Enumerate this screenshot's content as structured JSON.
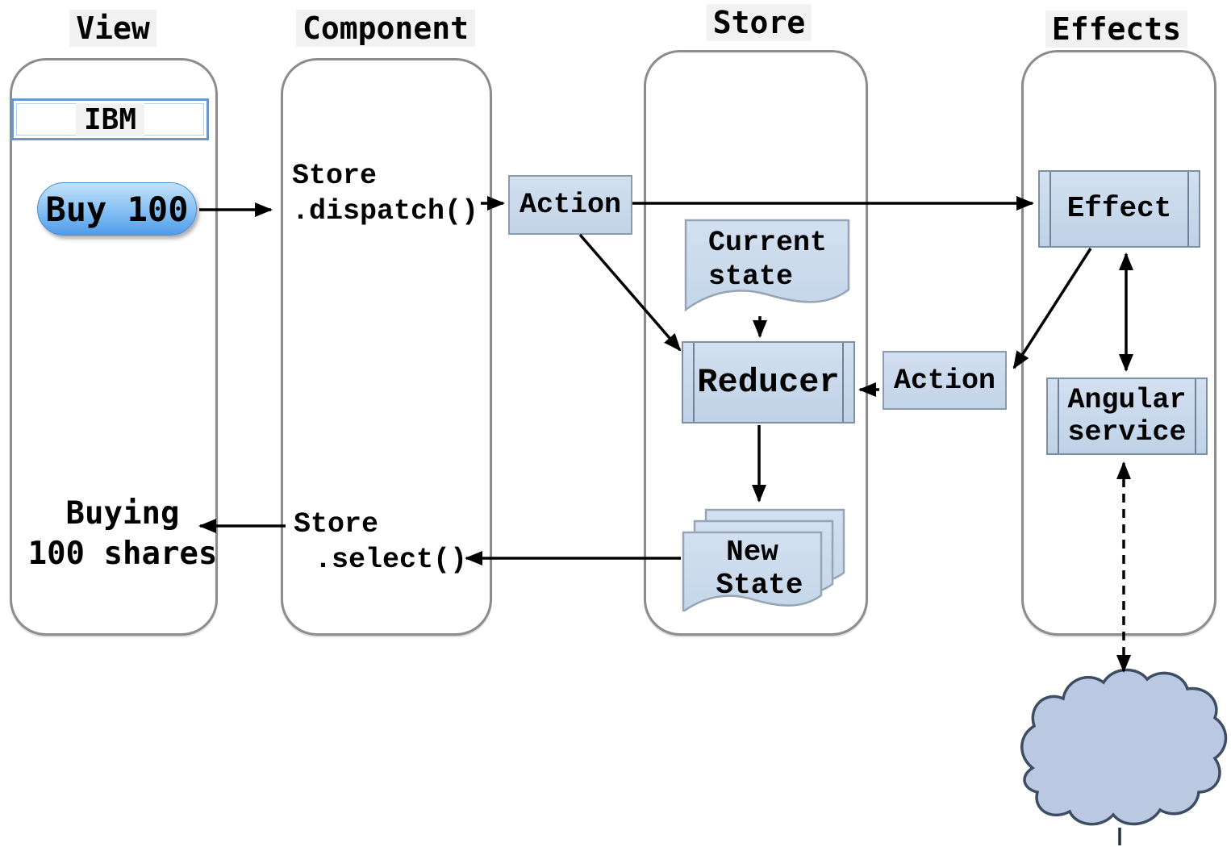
{
  "headers": {
    "view": "View",
    "component": "Component",
    "store": "Store",
    "effects": "Effects"
  },
  "view": {
    "ticker": "IBM",
    "buy_button": "Buy 100",
    "result_line1": "Buying",
    "result_line2": "100 shares"
  },
  "component": {
    "dispatch_object": "Store",
    "dispatch_method": ".dispatch()",
    "select_object": "Store",
    "select_method": ".select()"
  },
  "store": {
    "action": "Action",
    "current_state_line1": "Current",
    "current_state_line2": "state",
    "reducer": "Reducer",
    "new_state_line1": "New",
    "new_state_line2": "State"
  },
  "effects": {
    "effect": "Effect",
    "action": "Action",
    "service_line1": "Angular",
    "service_line2": "service"
  },
  "colors": {
    "box_fill_top": "#d3e0f0",
    "box_fill_bottom": "#bed2e7",
    "box_border": "#8a9bb0",
    "lane_border": "#8c8c8c",
    "header_bg": "#f1f1f1",
    "button_top": "#c3e1fb",
    "button_bottom": "#4f9ce9",
    "input_border": "#6d96c8",
    "cloud_fill": "#bac9e1",
    "cloud_border": "#3d4e63",
    "arrow": "#000000"
  }
}
